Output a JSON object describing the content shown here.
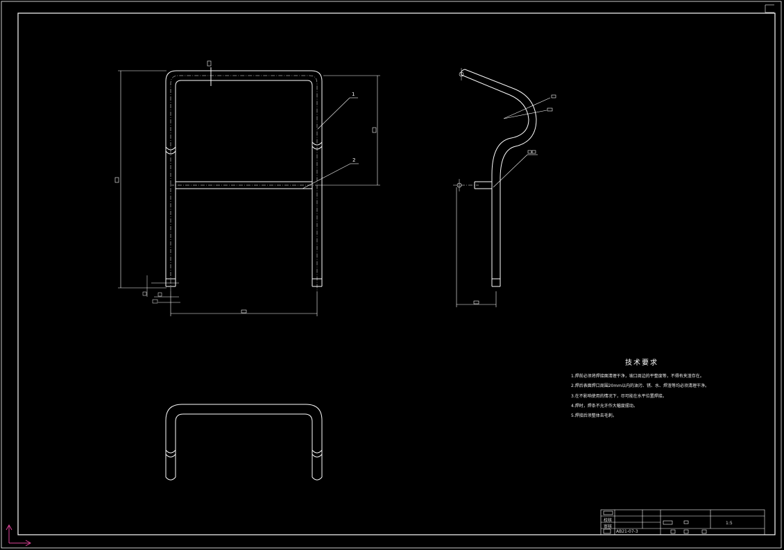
{
  "callouts": {
    "part_1": "1",
    "part_2": "2"
  },
  "technical_requirements": {
    "title": "技术要求",
    "notes": [
      "1.焊前必须将焊接面清理干净，坡口周边的平整度等，不得有夹渣存在。",
      "2.焊后表面焊口周围20mm以内的油污、锈、水、焊渣等均必须清理干净。",
      "3.在不影响使用的情况下，尽可能在水平位置焊接。",
      "4.焊时，焊条不允许作大幅度摆动。",
      "5.焊接后须整体去毛刺。"
    ]
  },
  "title_block": {
    "row_check": "校核",
    "row_approve": "审核",
    "drawing_no": "AB21-07-3",
    "scale": "1:5"
  },
  "colors": {
    "background": "#000000",
    "lines": "#ffffff",
    "ucs_icon": "#e0449a"
  }
}
